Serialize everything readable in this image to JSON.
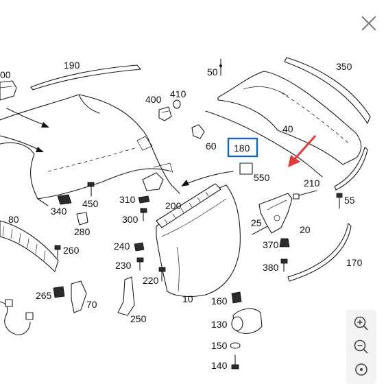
{
  "diagram": {
    "part_numbers": {
      "p190": "190",
      "p00": "00",
      "p50": "50",
      "p350": "350",
      "p400": "400",
      "p410": "410",
      "p40": "40",
      "p60": "60",
      "p180": "180",
      "p550": "550",
      "p210": "210",
      "p55": "55",
      "p450": "450",
      "p340": "340",
      "p310": "310",
      "p200": "200",
      "p300": "300",
      "p25": "25",
      "p20": "20",
      "p80": "80",
      "p280": "280",
      "p260": "260",
      "p240": "240",
      "p370": "370",
      "p380": "380",
      "p170": "170",
      "p230": "230",
      "p220": "220",
      "p265": "265",
      "p70": "70",
      "p10": "10",
      "p160": "160",
      "p250": "250",
      "p130": "130",
      "p150": "150",
      "p140": "140"
    },
    "highlight_color": "#1565c0",
    "arrow_color": "#e53935"
  },
  "controls": {
    "close_icon": "close-icon",
    "zoom_in_icon": "zoom-in-icon",
    "zoom_out_icon": "zoom-out-icon",
    "reset_icon": "reset-view-icon"
  }
}
